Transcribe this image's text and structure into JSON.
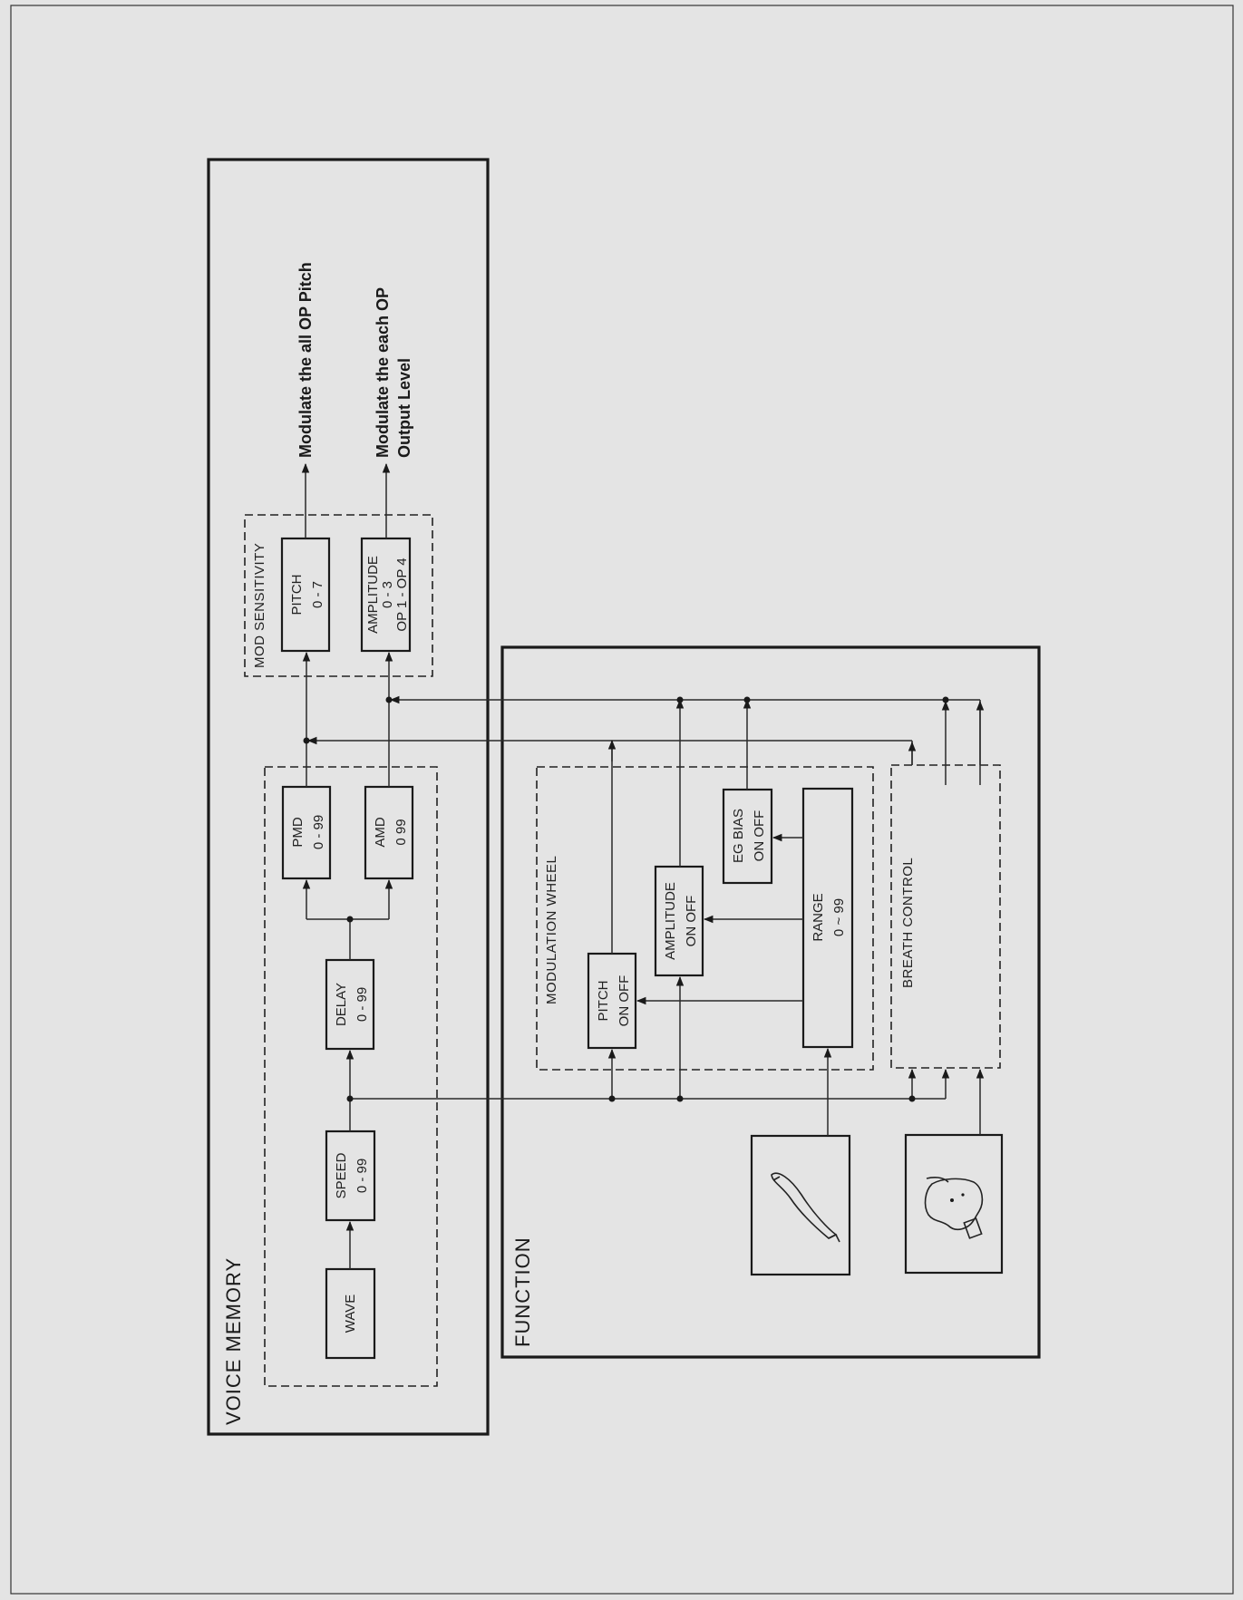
{
  "voice_memory": {
    "title": "VOICE MEMORY",
    "wave": "WAVE",
    "speed": [
      "SPEED",
      "0 - 99"
    ],
    "delay": [
      "DELAY",
      "0 - 99"
    ],
    "pmd": [
      "PMD",
      "0 - 99"
    ],
    "amd": [
      "AMD",
      "0   99"
    ],
    "mod_sensitivity": {
      "title": "MOD SENSITIVITY",
      "pitch": [
        "PITCH",
        "0 - 7"
      ],
      "amplitude": [
        "AMPLITUDE",
        "0 - 3",
        "OP 1 - OP 4"
      ]
    },
    "outputs": {
      "pitch": "Modulate the all OP Pitch",
      "amplitude": [
        "Modulate the each OP",
        "Output Level"
      ]
    }
  },
  "function": {
    "title": "FUNCTION",
    "modulation_wheel": {
      "title": "MODULATION WHEEL",
      "pitch": [
        "PITCH",
        "ON OFF"
      ],
      "amplitude": [
        "AMPLITUDE",
        "ON OFF"
      ],
      "eg_bias": [
        "EG BIAS",
        "ON OFF"
      ],
      "range": [
        "RANGE",
        "0 ~ 99"
      ]
    },
    "breath_control": {
      "title": "BREATH   CONTROL"
    },
    "icons": [
      "modulation-wheel-icon",
      "breath-controller-icon"
    ]
  }
}
